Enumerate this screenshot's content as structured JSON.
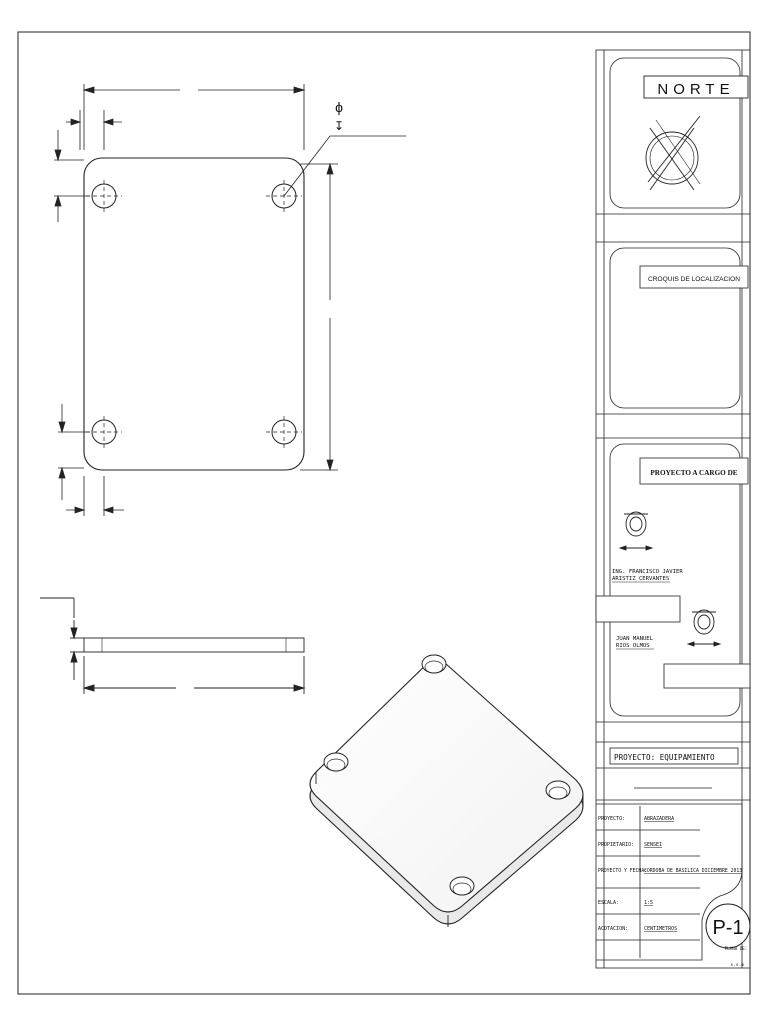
{
  "north_label": "NORTE",
  "diameter_symbol": "ϕ",
  "depth_symbol": "↧",
  "croquis_label": "CROQUIS DE LOCALIZACION",
  "project_charge_label": "PROYECTO A CARGO DE",
  "engineer": [
    "ING. FRANCISCO JAVIER",
    "ARISTIZ CERVANTES"
  ],
  "drafter": [
    "JUAN MANUEL",
    "RIOS OLMOS"
  ],
  "project_title": "PROYECTO: EQUIPAMIENTO",
  "rows": [
    {
      "label": "PROYECTO:",
      "value": "ABRAZADERA"
    },
    {
      "label": "PROPIETARIO:",
      "value": "SENSEI"
    },
    {
      "label": "PROYECTO Y FECHA:",
      "value": "CORDOBA DE BASILICA DICIEMBRE 2013"
    },
    {
      "label": "ESCALA:",
      "value": "1:5"
    },
    {
      "label": "ACOTACION:",
      "value": "CENTIMETROS"
    }
  ],
  "sheet_number": "P-1",
  "sheet_caption": "PLANO DE:",
  "corner_mark": "s.s.m"
}
